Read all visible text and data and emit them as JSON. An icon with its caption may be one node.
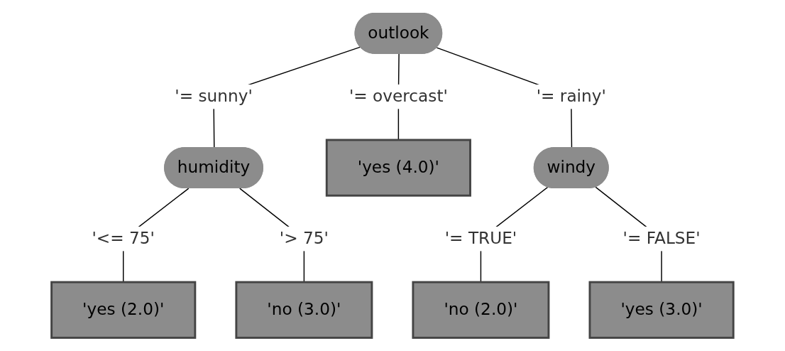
{
  "diagram": {
    "nodes": [
      {
        "text": [
          "outlook"
        ]
      },
      {
        "text": [
          "humidity"
        ]
      },
      {
        "text": [
          "'yes (4.0)'"
        ]
      },
      {
        "text": [
          "windy"
        ]
      },
      {
        "text": [
          "'yes (2.0)'"
        ]
      },
      {
        "text": [
          "'no (3.0)'"
        ]
      },
      {
        "text": [
          "'no (2.0)'"
        ]
      },
      {
        "text": [
          "'yes (3.0)'"
        ]
      }
    ],
    "edges": [
      {
        "from": 0,
        "to": 1,
        "arrow": "none",
        "label": "'= sunny'"
      },
      {
        "from": 0,
        "to": 2,
        "arrow": "none",
        "label": "'= overcast'"
      },
      {
        "from": 0,
        "to": 3,
        "arrow": "none",
        "label": "'= rainy'"
      },
      {
        "from": 1,
        "to": 4,
        "arrow": "none",
        "label": "'<= 75'"
      },
      {
        "from": 1,
        "to": 5,
        "arrow": "none",
        "label": "'> 75'"
      },
      {
        "from": 3,
        "to": 6,
        "arrow": "none",
        "label": "'= TRUE'"
      },
      {
        "from": 3,
        "to": 7,
        "arrow": "none",
        "label": "'= FALSE'"
      }
    ]
  }
}
